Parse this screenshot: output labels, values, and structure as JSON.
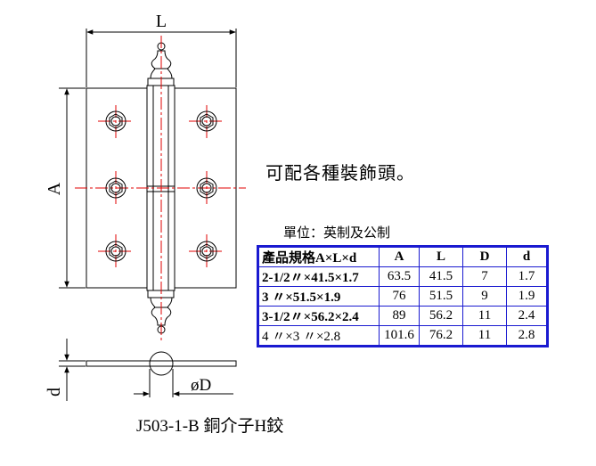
{
  "dimensions": {
    "length_label": "L",
    "height_label": "A",
    "thickness_label": "d",
    "diameter_label": "øD"
  },
  "notes": {
    "decor": "可配各種裝飾頭。",
    "unit": "單位：英制及公制"
  },
  "table": {
    "headers": [
      "產品規格A×L×d",
      "A",
      "L",
      "D",
      "d"
    ],
    "rows": [
      [
        "2-1/2〃×41.5×1.7",
        "63.5",
        "41.5",
        "7",
        "1.7"
      ],
      [
        "3 〃×51.5×1.9",
        "76",
        "51.5",
        "9",
        "1.9"
      ],
      [
        "3-1/2〃×56.2×2.4",
        "89",
        "56.2",
        "11",
        "2.4"
      ],
      [
        "4 〃×3 〃×2.8",
        "101.6",
        "76.2",
        "11",
        "2.8"
      ]
    ]
  },
  "caption": "J503-1-B 銅介子H鉸",
  "colors": {
    "centerline": "#e00000",
    "table_border": "#1a1ad0",
    "outline": "#000000"
  }
}
